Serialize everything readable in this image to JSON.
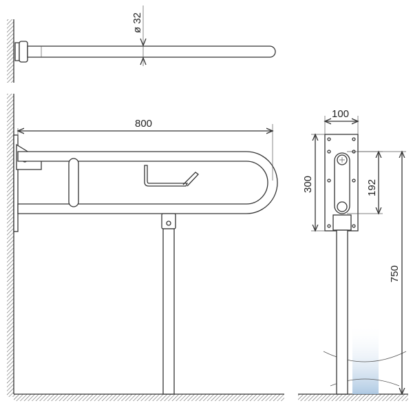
{
  "dimensions": {
    "diameter": "ø 32",
    "length": "800",
    "plate_width": "100",
    "plate_height": "300",
    "hole_spacing": "192",
    "total_height": "750"
  },
  "colors": {
    "line": "#333333",
    "hatch": "#666666",
    "accent": "#9bbcdc"
  }
}
